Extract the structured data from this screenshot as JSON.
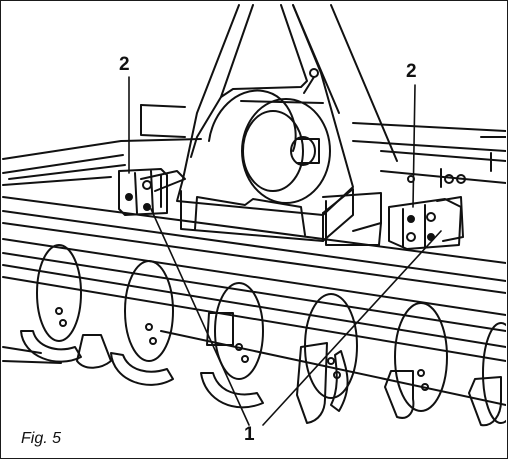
{
  "figure": {
    "caption": "Fig. 5",
    "callouts": [
      {
        "id": "2-left",
        "label": "2"
      },
      {
        "id": "2-right",
        "label": "2"
      },
      {
        "id": "1",
        "label": "1"
      }
    ]
  },
  "colors": {
    "ink": "#111111",
    "background": "#ffffff"
  }
}
